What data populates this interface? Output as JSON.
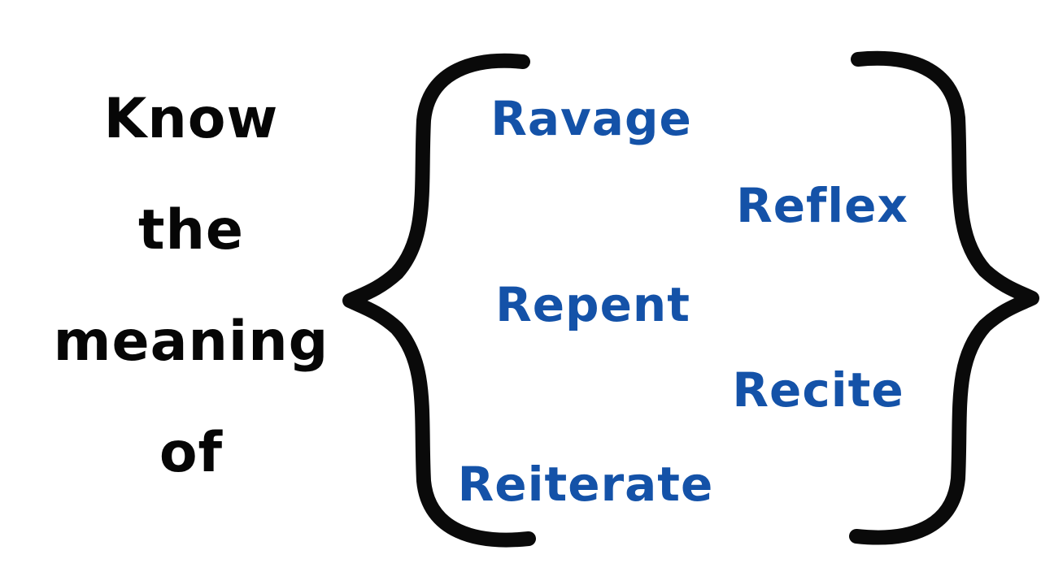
{
  "title_lines": [
    "Know",
    "the",
    "meaning",
    "of"
  ],
  "words": [
    "Ravage",
    "Reflex",
    "Repent",
    "Recite",
    "Reiterate"
  ],
  "icons": {
    "left_brace": "{",
    "right_brace": "}"
  },
  "colors": {
    "background": "#ffffff",
    "title_text": "#060606",
    "word_text": "#1452a8",
    "brace_stroke": "#0a0a0a"
  }
}
